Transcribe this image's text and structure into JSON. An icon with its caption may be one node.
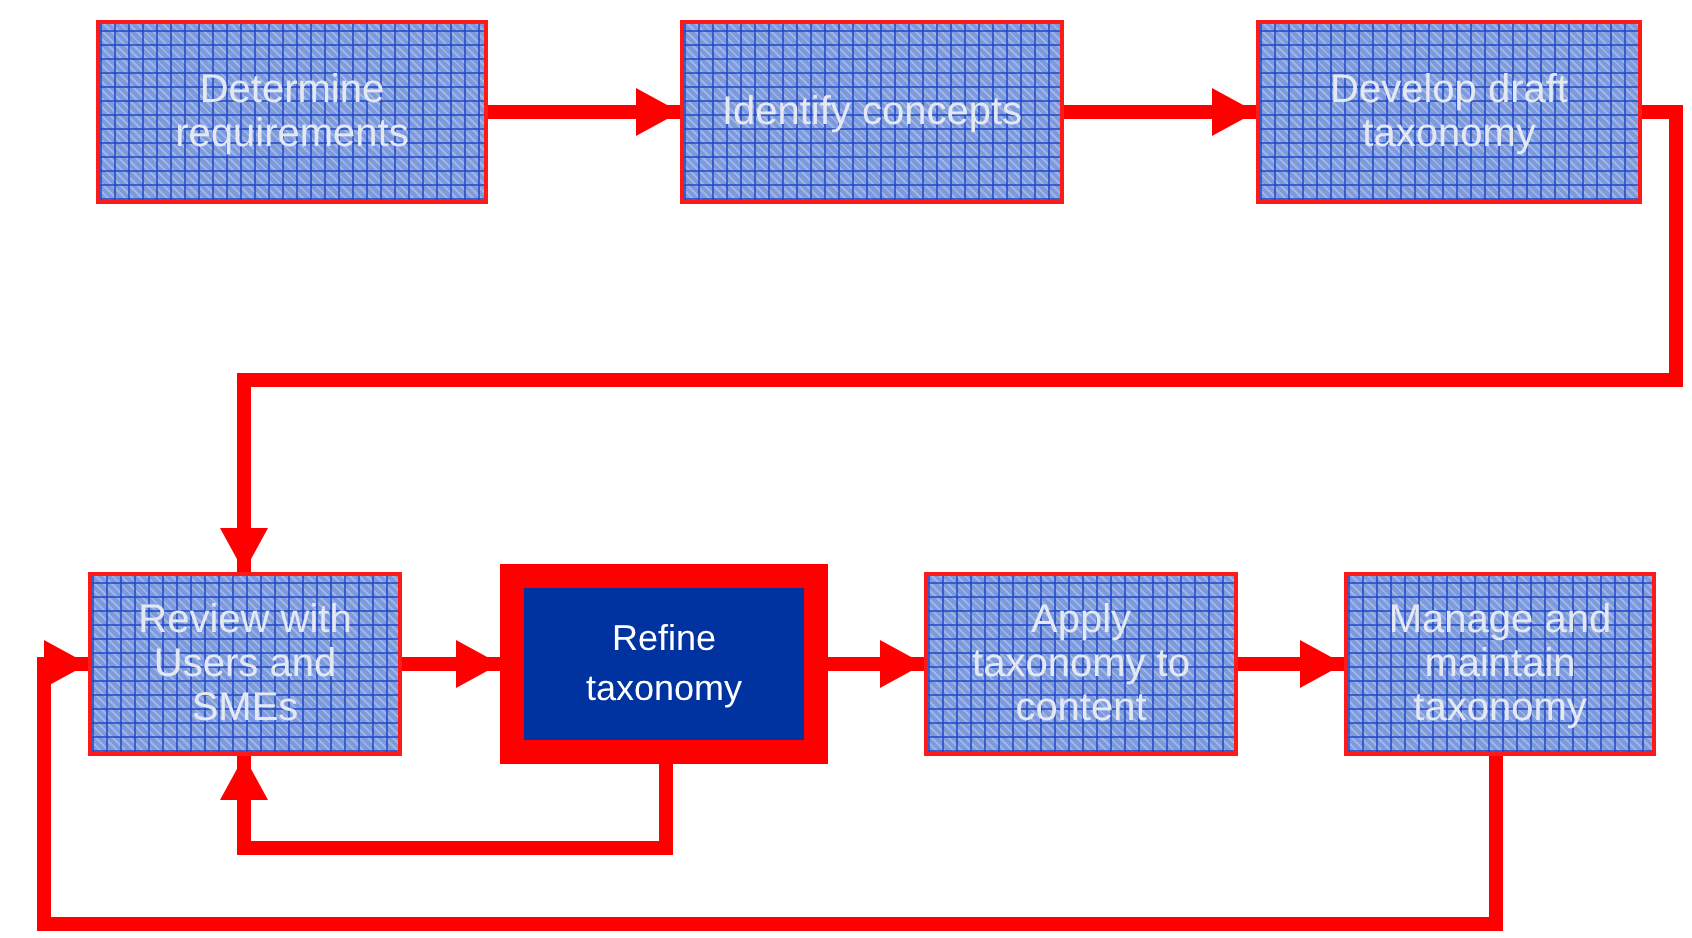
{
  "diagram": {
    "nodes": [
      {
        "text": [
          "Determine requirements"
        ]
      },
      {
        "text": [
          "Identify concepts"
        ]
      },
      {
        "text": [
          "Develop draft taxonomy"
        ]
      },
      {
        "text": [
          "Review with Users and SMEs"
        ]
      },
      {
        "text": [
          "Refine taxonomy"
        ]
      },
      {
        "text": [
          "Apply taxonomy to content"
        ]
      },
      {
        "text": [
          "Manage and maintain taxonomy"
        ]
      }
    ],
    "edges": [
      {
        "from": 0,
        "to": 1,
        "arrow": "to"
      },
      {
        "from": 1,
        "to": 2,
        "arrow": "to"
      },
      {
        "from": 2,
        "to": 3,
        "arrow": "to"
      },
      {
        "from": 3,
        "to": 4,
        "arrow": "to"
      },
      {
        "from": 4,
        "to": 3,
        "arrow": "to"
      },
      {
        "from": 4,
        "to": 5,
        "arrow": "to"
      },
      {
        "from": 5,
        "to": 6,
        "arrow": "to"
      },
      {
        "from": 6,
        "to": 3,
        "arrow": "to"
      }
    ]
  }
}
